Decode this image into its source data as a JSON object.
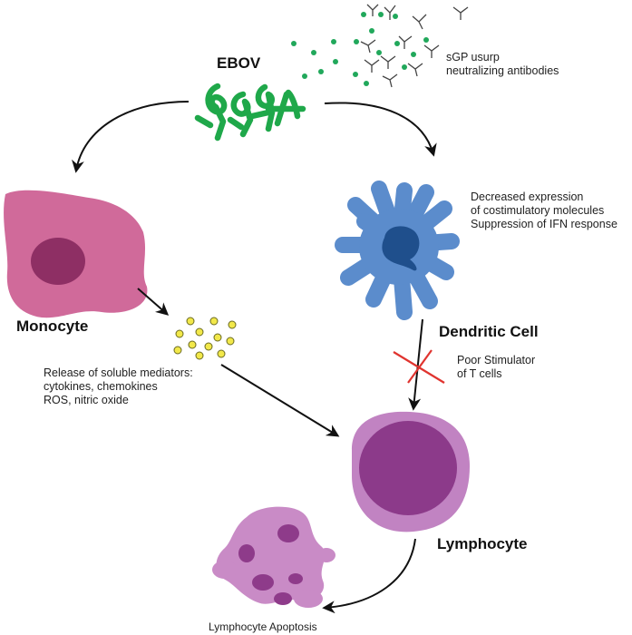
{
  "labels": {
    "virus": "EBOV",
    "sgp": [
      "sGP usurp",
      "neutralizing antibodies"
    ],
    "monocyte": "Monocyte",
    "mediators": [
      "Release of soluble mediators:",
      "cytokines, chemokines",
      "ROS, nitric oxide"
    ],
    "dendritic": "Dendritic Cell",
    "dendritic_effects": [
      "Decreased expression",
      "of costimulatory molecules",
      "Suppression of IFN response"
    ],
    "stimulator": [
      "Poor Stimulator",
      "of T cells"
    ],
    "lymphocyte": "Lymphocyte",
    "apoptosis": "Lymphocyte Apoptosis"
  },
  "colors": {
    "virus": "#1fa84a",
    "virus_dots": "#21a85b",
    "antibody": "#444444",
    "monocyte_body": "#d06a9a",
    "monocyte_nucleus": "#8e2f64",
    "mediator_dots": "#f2e84a",
    "dendritic_body": "#5b8ccc",
    "dendritic_nucleus": "#1f4f8c",
    "lymphocyte_outer": "#c183c2",
    "lymphocyte_nucleus": "#8c3a8a",
    "apoptotic_body": "#c98bc6",
    "apoptotic_fragments": "#8e3b8a",
    "block_mark": "#e0342f",
    "arrow": "#111111"
  }
}
